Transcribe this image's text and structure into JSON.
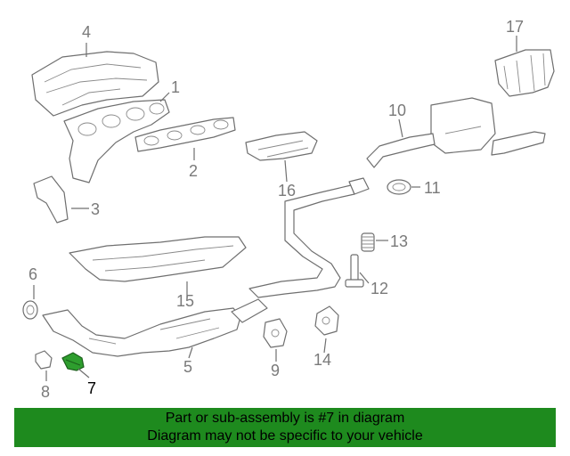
{
  "diagram": {
    "callouts": [
      {
        "id": "1",
        "text": "1"
      },
      {
        "id": "2",
        "text": "2"
      },
      {
        "id": "3",
        "text": "3"
      },
      {
        "id": "4",
        "text": "4"
      },
      {
        "id": "5",
        "text": "5"
      },
      {
        "id": "6",
        "text": "6"
      },
      {
        "id": "7",
        "text": "7"
      },
      {
        "id": "8",
        "text": "8"
      },
      {
        "id": "9",
        "text": "9"
      },
      {
        "id": "10",
        "text": "10"
      },
      {
        "id": "11",
        "text": "11"
      },
      {
        "id": "12",
        "text": "12"
      },
      {
        "id": "13",
        "text": "13"
      },
      {
        "id": "14",
        "text": "14"
      },
      {
        "id": "15",
        "text": "15"
      },
      {
        "id": "16",
        "text": "16"
      },
      {
        "id": "17",
        "text": "17"
      }
    ],
    "highlighted_part": "7",
    "highlight_color": "#2e9e2e"
  },
  "banner": {
    "line1": "Part or sub-assembly is #7 in diagram",
    "line2": "Diagram may not be specific to your vehicle",
    "background": "#1e8a1e"
  }
}
